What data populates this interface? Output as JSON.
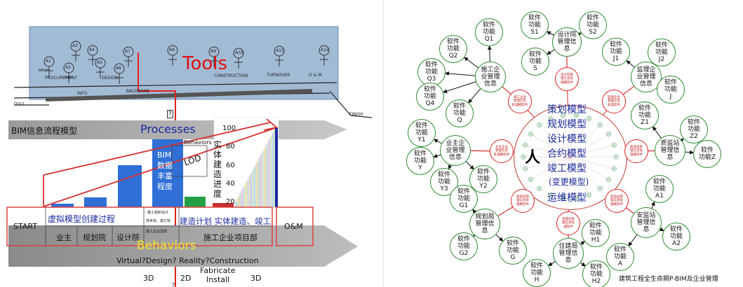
{
  "left": {
    "sketch_labels": [
      "A1",
      "A2",
      "A3",
      "A4",
      "A5",
      "A6",
      "A7",
      "A8",
      "A9",
      "A10",
      "A11",
      "A12"
    ],
    "sketch_phases": [
      "PROCUREMENT",
      "DESIGN",
      "CONSTRUCTION",
      "TURNOVER",
      "O & M"
    ],
    "sketch_words": [
      "INFO",
      "BACKBONE",
      "FINISH",
      "DOCS",
      "ARCH"
    ],
    "tools_label": "Tools",
    "marker_top": "?",
    "band_label": "BIM信息流程模型",
    "processes_label": "Processes",
    "chart_max": "100",
    "behaviors_small": "Behaviors",
    "lod_label": "LOD",
    "bim_text": "BIM\n数据\n丰富\n程度",
    "vertical_text": "实体建造进度",
    "yticks": [
      "80",
      "60",
      "40",
      "20"
    ],
    "row_texts": {
      "left_top": "虚拟模型创建过程",
      "mid_small": [
        "施工组织设计",
        "技术标、其它标",
        "施工企业总部"
      ],
      "right_top": "建造计划 实体建造、竣工"
    },
    "start_label": "START",
    "om_label": "O&M",
    "stakeholders": [
      "业主",
      "规划院",
      "设计院",
      "施工企业项目部"
    ],
    "behaviors_big": "Behaviors",
    "bottom_line1": "Virtual?Design? Reality?Construction",
    "bottom_fab": "Fabricate",
    "bottom_install": "Install",
    "bottom_3d_left": "3D",
    "bottom_2d": "2D",
    "bottom_3d_right": "3D",
    "marker_bottom": "?"
  },
  "right": {
    "center_models": [
      "策划模型",
      "规划模型",
      "设计模型",
      "合约模型",
      "竣工模型",
      "(变更模型)",
      "运维模型"
    ],
    "center_person": "人",
    "hubs": [
      {
        "text": "设计院\n管理信\n息"
      },
      {
        "text": "施工企\n业管理\n信息"
      },
      {
        "text": "监理企\n业管理\n信息"
      },
      {
        "text": "业主企\n业管理\n信息"
      },
      {
        "text": "质监站\n管理信\n息"
      },
      {
        "text": "规划局\n管理信\n息"
      },
      {
        "text": "安监站\n管理信\n息"
      },
      {
        "text": "住建局\n管理信\n息"
      }
    ],
    "sats": [
      {
        "text": "软件\n功能\nS1"
      },
      {
        "text": "软件\n功能\nS2"
      },
      {
        "text": "软件\n功能\nS"
      },
      {
        "text": "软件\n功能\nQ1"
      },
      {
        "text": "软件\n功能\nQ2"
      },
      {
        "text": "软件\n功能\nQ3"
      },
      {
        "text": "软件\n功能\nQ4"
      },
      {
        "text": "软件\n功能\nQ"
      },
      {
        "text": "软件\n功能\nJ1"
      },
      {
        "text": "软件\n功能\nJ2"
      },
      {
        "text": "软件\n功能\nJ"
      },
      {
        "text": "软件\n功能\nY1"
      },
      {
        "text": "软件\n功能\nY"
      },
      {
        "text": "软件\n功能\nY3"
      },
      {
        "text": "软件\n功能\nY2"
      },
      {
        "text": "软件\n功能\nZ1"
      },
      {
        "text": "软件\n功能\nZ2"
      },
      {
        "text": "软件\n功能Z"
      },
      {
        "text": "软件\n功能\nG1"
      },
      {
        "text": "软件\n功能\nG2"
      },
      {
        "text": "软件\n功能\nG"
      },
      {
        "text": "软件\n功能\nA1"
      },
      {
        "text": "软件\n功能\nA2"
      },
      {
        "text": "软件\n功能\nA"
      },
      {
        "text": "软件\n功能\nH1"
      },
      {
        "text": "软件\n功能\nH"
      },
      {
        "text": "软件\n功能\nH2"
      }
    ],
    "connectors": [
      {
        "text": "设计院管\n理信息处\n理模软件"
      },
      {
        "text": "施工企业\n管理信息\n处理模软件"
      },
      {
        "text": "监理企业\n管理信息\n处理软件"
      },
      {
        "text": "业主企业\n管理信息\n处理模软件"
      },
      {
        "text": "质监站管\n理信息处\n理模软件"
      },
      {
        "text": "规划局管\n理信息处\n理模软件"
      },
      {
        "text": "安监站管\n理信息处\n理模软件"
      },
      {
        "text": "住建局管\n理信息处\n理软件"
      }
    ],
    "caption": "建筑工程全生命期P-BIM及企业管理"
  }
}
